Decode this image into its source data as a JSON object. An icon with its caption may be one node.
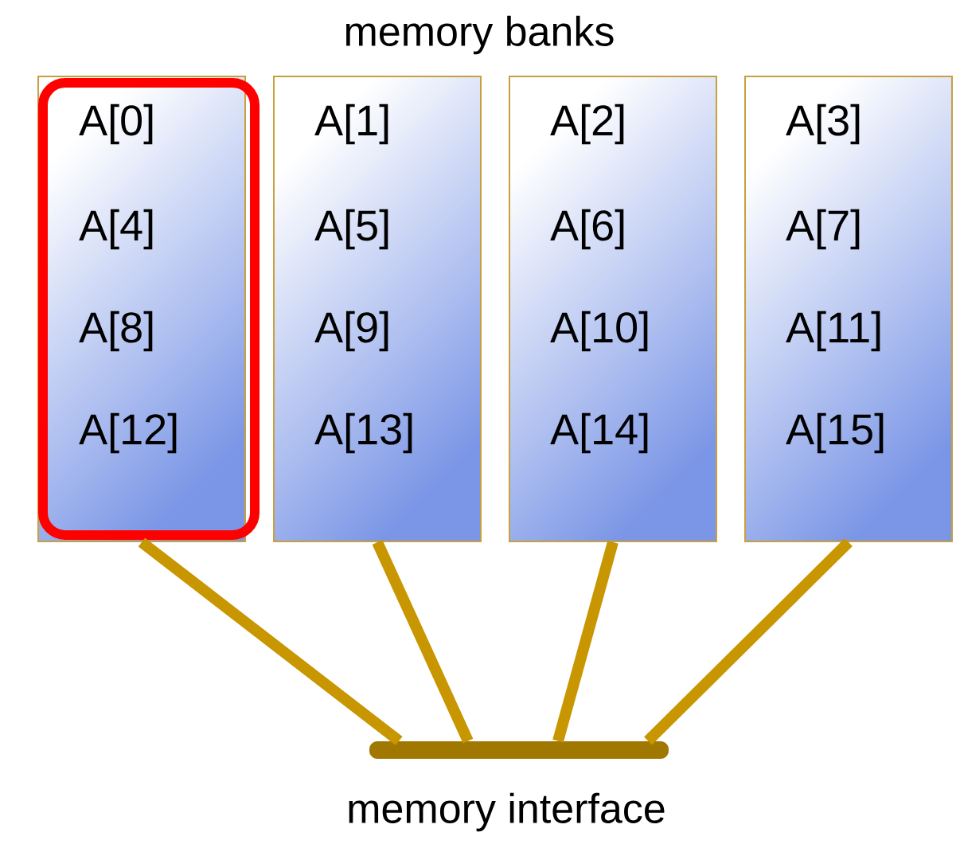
{
  "diagram": {
    "title": "memory banks",
    "nodes": [
      {
        "text": [
          "A[0]",
          "A[4]",
          "A[8]",
          "A[12]"
        ]
      },
      {
        "text": [
          "A[1]",
          "A[5]",
          "A[9]",
          "A[13]"
        ]
      },
      {
        "text": [
          "A[2]",
          "A[6]",
          "A[10]",
          "A[14]"
        ]
      },
      {
        "text": [
          "A[3]",
          "A[7]",
          "A[11]",
          "A[15]"
        ]
      },
      {
        "text": [
          "memory interface"
        ]
      }
    ],
    "edges": [
      {
        "from": 0,
        "to": 4,
        "arrow": "none"
      },
      {
        "from": 1,
        "to": 4,
        "arrow": "none"
      },
      {
        "from": 2,
        "to": 4,
        "arrow": "none"
      },
      {
        "from": 3,
        "to": 4,
        "arrow": "none"
      }
    ]
  }
}
